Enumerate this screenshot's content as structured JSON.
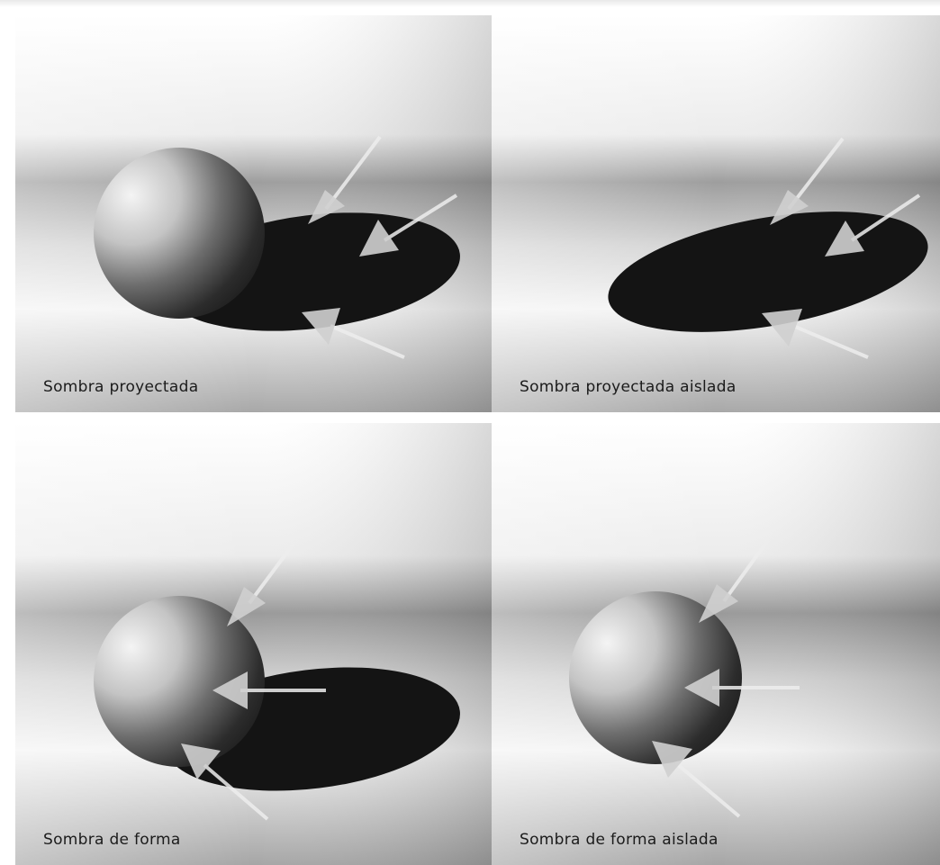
{
  "panels": [
    {
      "id": "cast",
      "caption": "Sombra proyectada",
      "show_sphere": true,
      "show_cast": true
    },
    {
      "id": "cast-isolated",
      "caption": "Sombra proyectada aislada",
      "show_sphere": false,
      "show_cast": true
    },
    {
      "id": "form",
      "caption": "Sombra de forma",
      "show_sphere": true,
      "show_cast": true
    },
    {
      "id": "form-isolated",
      "caption": "Sombra de forma aislada",
      "show_sphere": true,
      "show_cast": false
    }
  ]
}
